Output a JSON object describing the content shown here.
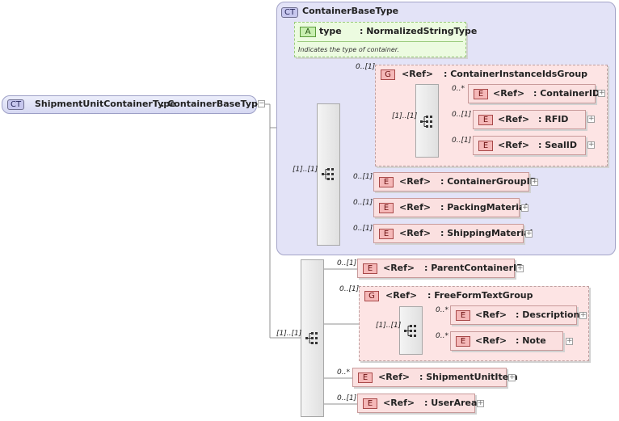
{
  "root": {
    "badge": "CT",
    "label": "ShipmentUnitContainerType",
    "type": ": ContainerBaseType"
  },
  "base": {
    "badge": "CT",
    "label": "ContainerBaseType"
  },
  "attribute": {
    "badge": "A",
    "name": "type",
    "type": ": NormalizedStringType",
    "doc": "Indicates the type of container."
  },
  "elements": {
    "container_instance_ids_group": {
      "badge": "G",
      "ref": "<Ref>",
      "name": ": ContainerInstanceIdsGroup",
      "card": "0..[1]"
    },
    "container_id": {
      "badge": "E",
      "ref": "<Ref>",
      "name": ": ContainerID",
      "card": "0..*"
    },
    "rfid": {
      "badge": "E",
      "ref": "<Ref>",
      "name": ": RFID",
      "card": "0..[1]"
    },
    "seal_id": {
      "badge": "E",
      "ref": "<Ref>",
      "name": ": SealID",
      "card": "0..[1]"
    },
    "container_group_id": {
      "badge": "E",
      "ref": "<Ref>",
      "name": ": ContainerGroupID",
      "card": "0..[1]"
    },
    "packing_material": {
      "badge": "E",
      "ref": "<Ref>",
      "name": ": PackingMaterial",
      "card": "0..[1]"
    },
    "shipping_material": {
      "badge": "E",
      "ref": "<Ref>",
      "name": ": ShippingMaterial",
      "card": "0..[1]"
    },
    "parent_container_id": {
      "badge": "E",
      "ref": "<Ref>",
      "name": ": ParentContainerID",
      "card": "0..[1]"
    },
    "free_form_text_group": {
      "badge": "G",
      "ref": "<Ref>",
      "name": ": FreeFormTextGroup",
      "card": "0..[1]"
    },
    "description": {
      "badge": "E",
      "ref": "<Ref>",
      "name": ": Description",
      "card": "0..*"
    },
    "note": {
      "badge": "E",
      "ref": "<Ref>",
      "name": ": Note",
      "card": "0..*"
    },
    "shipment_unit_item": {
      "badge": "E",
      "ref": "<Ref>",
      "name": ": ShipmentUnitItem",
      "card": "0..*"
    },
    "user_area": {
      "badge": "E",
      "ref": "<Ref>",
      "name": ": UserArea",
      "card": "0..[1]"
    }
  },
  "sequences": {
    "base_seq_card": "[1]..[1]",
    "group1_seq_card": "[1]..[1]",
    "root_seq_card": "[1]..[1]",
    "group2_seq_card": "[1]..[1]"
  },
  "expand_symbol": "+",
  "collapse_symbol": "−"
}
